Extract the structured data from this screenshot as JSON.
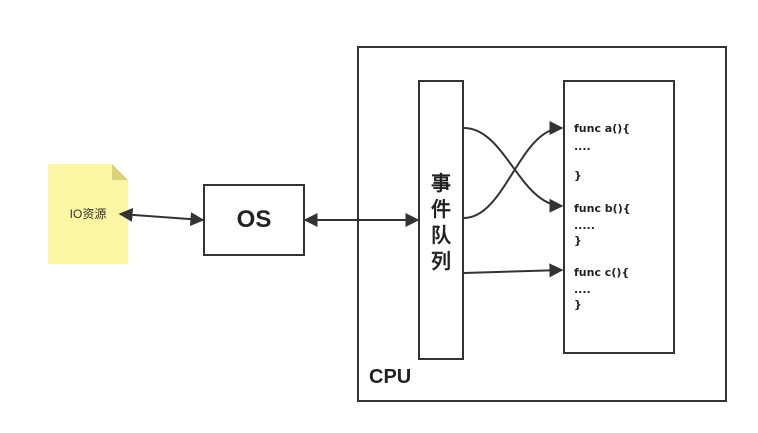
{
  "io_resource": {
    "label": "IO资源"
  },
  "os": {
    "label": "OS"
  },
  "cpu": {
    "label": "CPU"
  },
  "event_queue": {
    "label": "事件队列"
  },
  "functions": {
    "a": {
      "header": "func a(){",
      "body": "....",
      "close": "}"
    },
    "b": {
      "header": "func b(){",
      "body": ".....",
      "close": "}"
    },
    "c": {
      "header": "func c(){",
      "body": "....",
      "close": "}"
    }
  },
  "colors": {
    "note_fill": "#fbf6a3",
    "stroke": "#333333"
  }
}
